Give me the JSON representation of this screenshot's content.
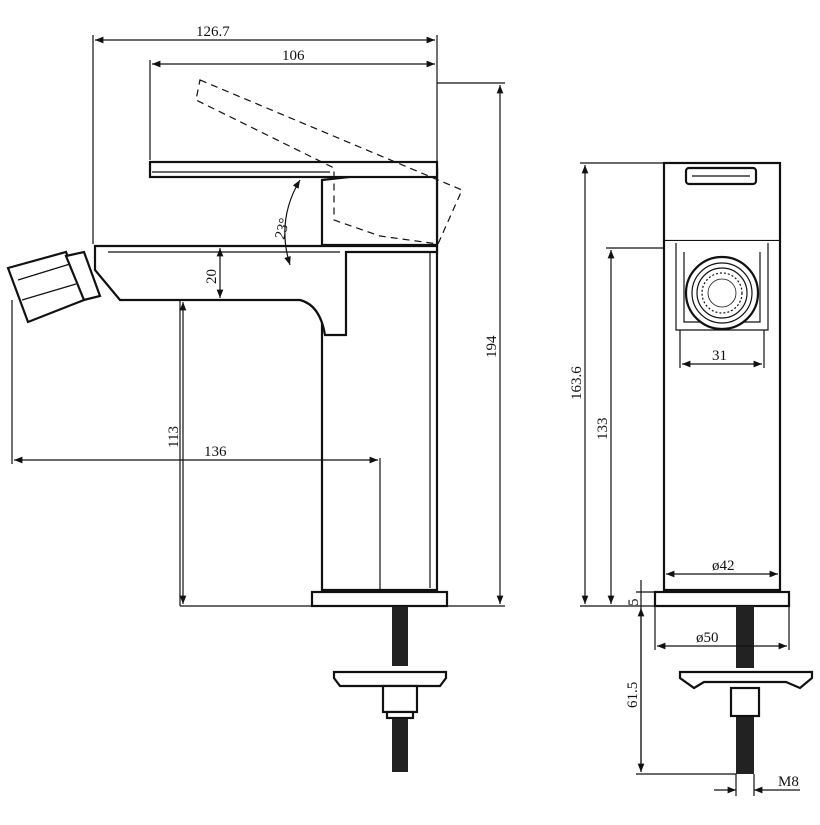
{
  "dimensions": {
    "overall_width": "126.7",
    "handle_width": "106",
    "spout_height": "20",
    "angle": "23°",
    "total_height": "194",
    "spout_clearance": "113",
    "spout_reach": "136",
    "side_total_height": "163.6",
    "side_body_height": "133",
    "aerator_width": "31",
    "body_diameter": "ø42",
    "base_diameter": "ø50",
    "base_thickness": "5",
    "shank_length": "61.5",
    "thread_size": "M8"
  }
}
